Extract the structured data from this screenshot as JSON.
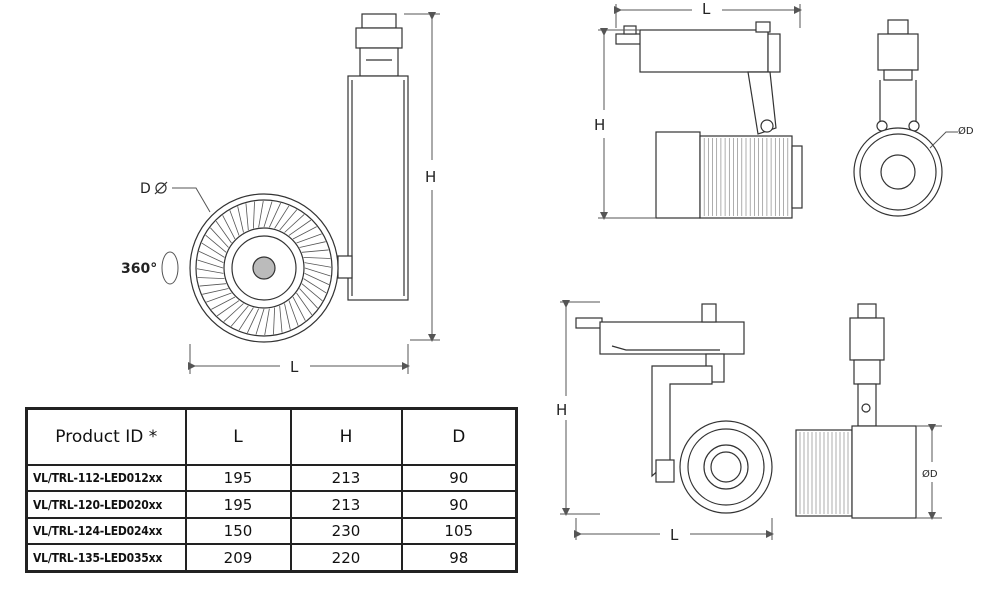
{
  "front_view": {
    "dim_h": "H",
    "dim_l": "L",
    "dim_d": "D",
    "rotation": "360°"
  },
  "side_view_top": {
    "dim_l": "L",
    "dim_h": "H"
  },
  "end_view_top": {
    "dim_d": "ØD"
  },
  "side_view_bottom": {
    "dim_h": "H",
    "dim_l": "L"
  },
  "end_view_bottom": {
    "dim_d": "ØD"
  },
  "spec_table": {
    "headers": [
      "Product ID *",
      "L",
      "H",
      "D"
    ],
    "rows": [
      {
        "id": "VL/TRL-112-LED012xx",
        "l": "195",
        "h": "213",
        "d": "90"
      },
      {
        "id": "VL/TRL-120-LED020xx",
        "l": "195",
        "h": "213",
        "d": "90"
      },
      {
        "id": "VL/TRL-124-LED024xx",
        "l": "150",
        "h": "230",
        "d": "105"
      },
      {
        "id": "VL/TRL-135-LED035xx",
        "l": "209",
        "h": "220",
        "d": "98"
      }
    ]
  }
}
